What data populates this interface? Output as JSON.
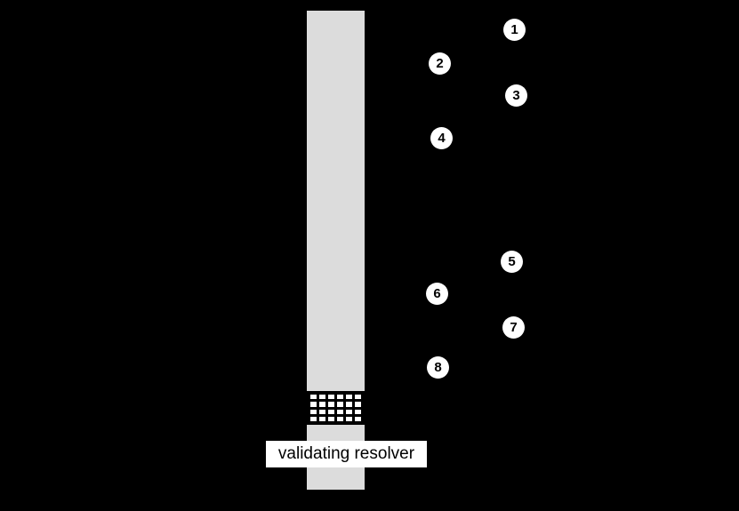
{
  "diagram": {
    "background_color": "#000000",
    "lifeline_bar_color": "#dcdcdc",
    "marker_circle_color": "#ffffff",
    "lifeline_label": "validating resolver",
    "markers": [
      {
        "label": "1"
      },
      {
        "label": "2"
      },
      {
        "label": "3"
      },
      {
        "label": "4"
      },
      {
        "label": "5"
      },
      {
        "label": "6"
      },
      {
        "label": "7"
      },
      {
        "label": "8"
      }
    ]
  }
}
